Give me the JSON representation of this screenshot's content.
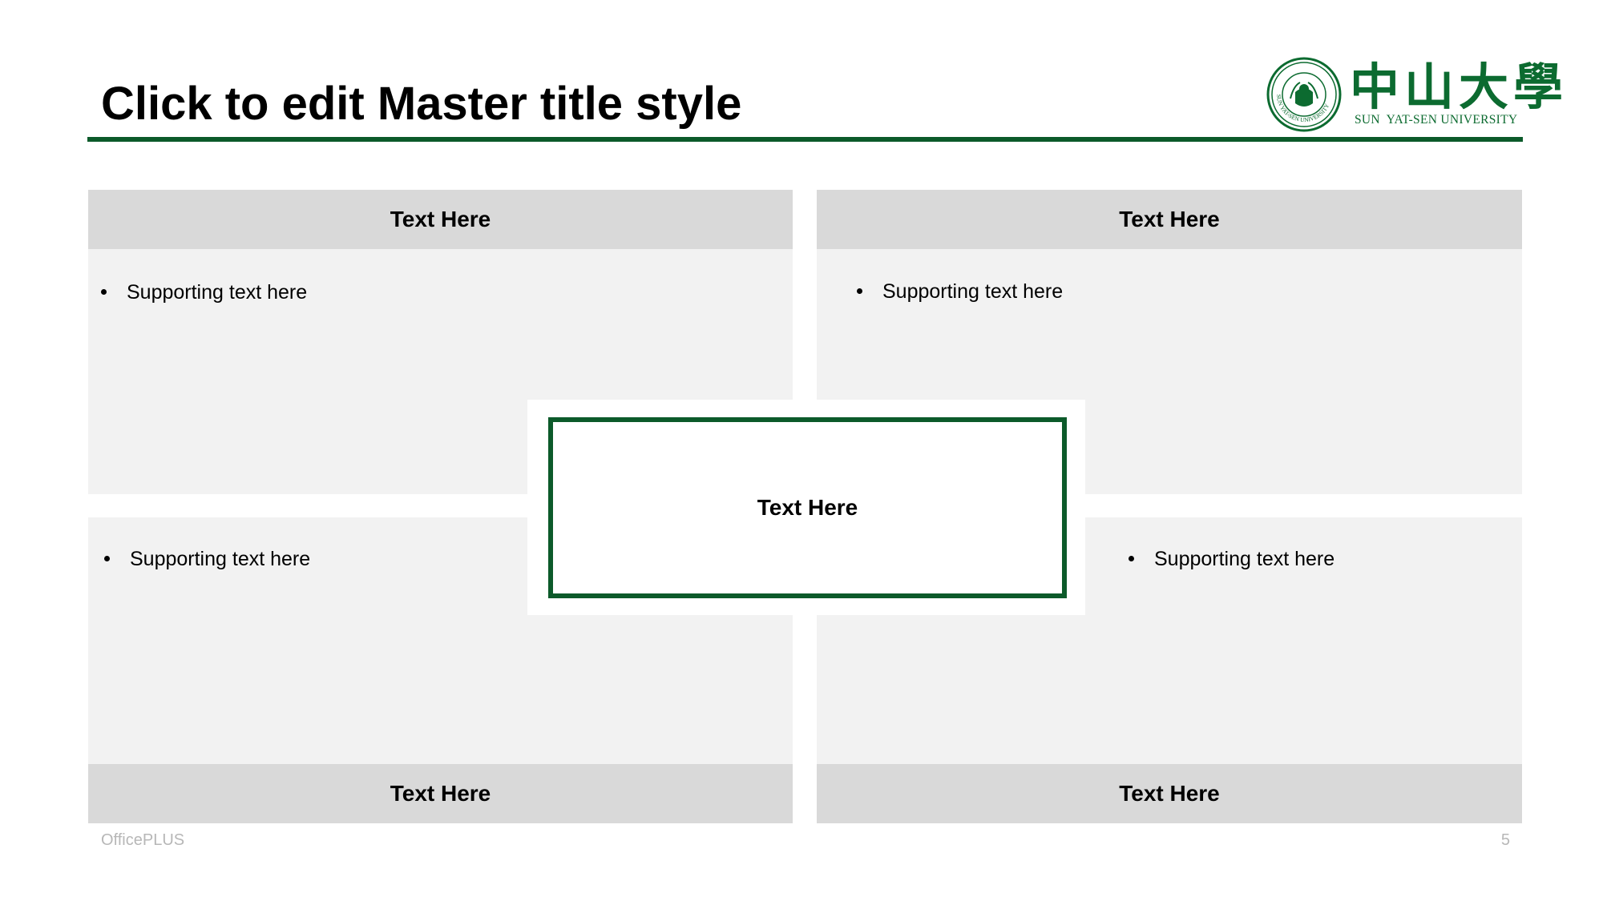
{
  "slide": {
    "title": "Click to edit Master title style",
    "footer_left": "OfficePLUS",
    "page_number": "5"
  },
  "logo": {
    "name_cn": "中山大學",
    "name_en": "SUN  YAT-SEN UNIVERSITY",
    "seal_text_top": "中山大学",
    "seal_text_ring": "SUN YAT-SEN UNIVERSITY",
    "brand_color": "#0c6b30"
  },
  "quadrants": {
    "top_left": {
      "header": "Text Here",
      "bullet": "Supporting text here"
    },
    "top_right": {
      "header": "Text Here",
      "bullet": "Supporting text here"
    },
    "bottom_left": {
      "header": "Text Here",
      "bullet": "Supporting text here"
    },
    "bottom_right": {
      "header": "Text Here",
      "bullet": "Supporting text here"
    }
  },
  "center": {
    "label": "Text Here"
  },
  "colors": {
    "accent_green": "#0c5a2a",
    "header_gray": "#d9d9d9",
    "panel_gray": "#f2f2f2",
    "footer_gray": "#b7b7b7"
  }
}
